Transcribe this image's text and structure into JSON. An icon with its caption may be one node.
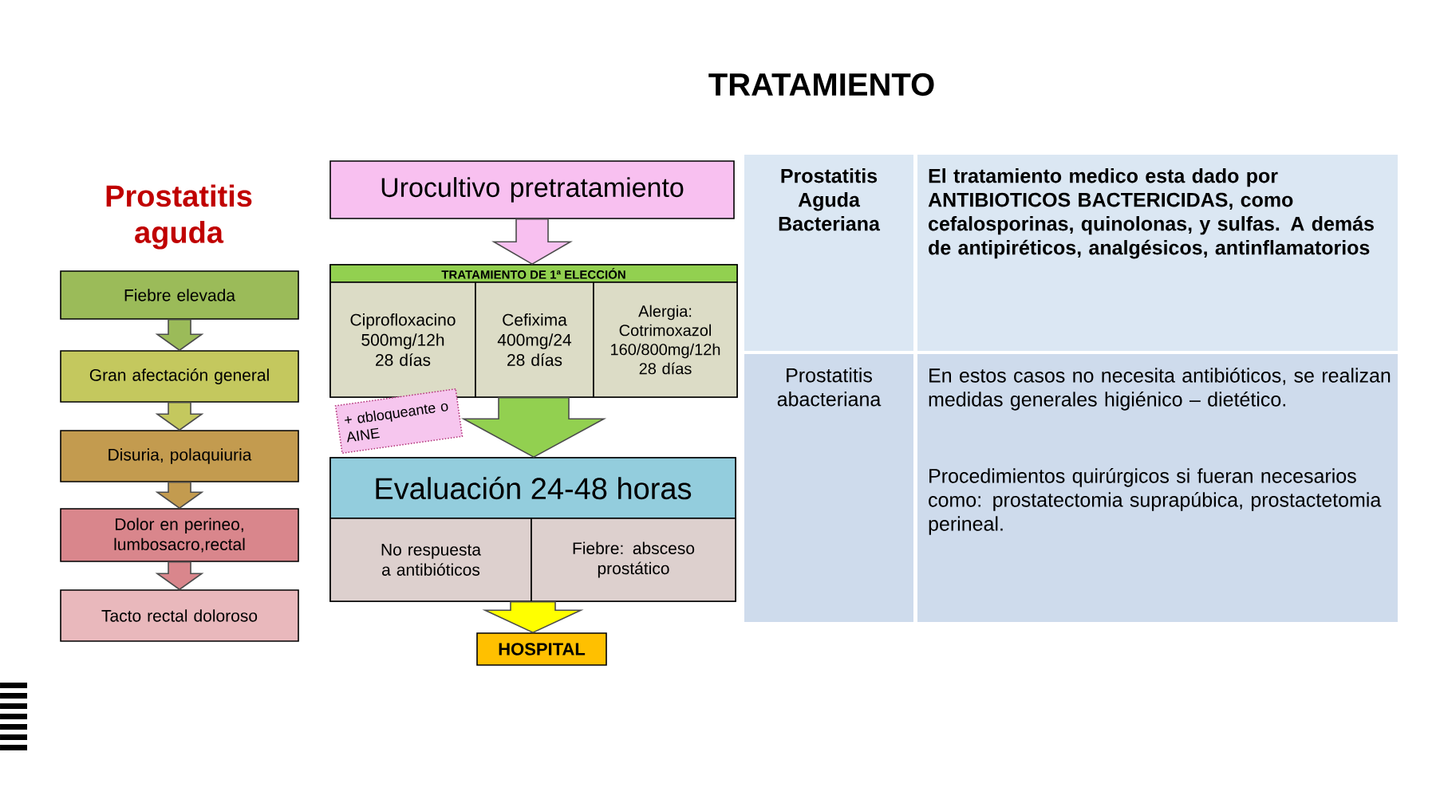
{
  "diagram": {
    "title": "TRATAMIENTO",
    "nodes": [
      {
        "text": [
          "Fiebre elevada"
        ]
      },
      {
        "text": [
          "Gran afectación general"
        ]
      },
      {
        "text": [
          "Disuria, polaquiuria"
        ]
      },
      {
        "text": [
          "Dolor en perineo, lumbosacro,rectal"
        ]
      },
      {
        "text": [
          "Tacto rectal doloroso"
        ]
      },
      {
        "text": [
          "Urocultivo pretratamiento"
        ]
      },
      {
        "text": [
          "TRATAMIENTO DE 1ª ELECCIÓN"
        ]
      },
      {
        "text": [
          "Ciprofloxacino 500mg/12h 28 días"
        ],
        "in": 6
      },
      {
        "text": [
          "Cefixima 400mg/24 28 días"
        ],
        "in": 6
      },
      {
        "text": [
          "Alergia: Cotrimoxazol 160/800mg/12h 28 días"
        ],
        "in": 6
      },
      {
        "text": [
          "+ αbloqueante o AINE"
        ]
      },
      {
        "text": [
          "Evaluación 24-48 horas"
        ]
      },
      {
        "text": [
          "No respuesta a antibióticos"
        ],
        "in": 11
      },
      {
        "text": [
          "Fiebre: absceso prostático"
        ],
        "in": 11
      },
      {
        "text": [
          "HOSPITAL"
        ]
      }
    ],
    "edges": [
      {
        "from": 0,
        "to": 1,
        "arrow": "to"
      },
      {
        "from": 1,
        "to": 2,
        "arrow": "to"
      },
      {
        "from": 2,
        "to": 3,
        "arrow": "to"
      },
      {
        "from": 3,
        "to": 4,
        "arrow": "to"
      },
      {
        "from": 5,
        "to": 6,
        "arrow": "to"
      },
      {
        "from": 6,
        "to": 11,
        "arrow": "to"
      },
      {
        "from": 11,
        "to": 14,
        "arrow": "to"
      }
    ],
    "labels": [
      "Prostatitis aguda",
      "Prostatitis Aguda Bacteriana",
      "El tratamiento medico esta dado por ANTIBIOTICOS BACTERICIDAS, como cefalosporinas, quinolonas,  y sulfas. A demás de antipiréticos, analgésicos, antinflamatorios",
      "Prostatitis abacteriana",
      "En estos casos no necesita antibióticos, se realizan medidas generales higiénico – dietético.",
      "Procedimientos quirúrgicos si fueran necesarios como: prostatectomia suprapúbica, prostactetomia perineal."
    ]
  }
}
